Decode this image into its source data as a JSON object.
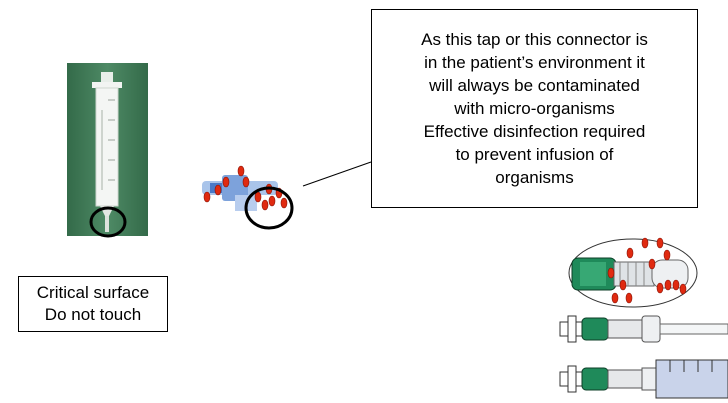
{
  "callout": {
    "lines": [
      "As this tap or this connector is",
      "in the patient’s environment it",
      "will always be contaminated",
      "with micro-organisms",
      "Effective disinfection required",
      "to prevent infusion of",
      "organisms"
    ]
  },
  "critical_label": {
    "lines": [
      "Critical surface",
      "Do not touch"
    ]
  },
  "colors": {
    "syringe_background": "#3f7a55",
    "organism_red": "#e02a10",
    "connector_green": "#1f8a5a",
    "tap_blue": "#4a79c7"
  },
  "icons": [
    "syringe-photo",
    "three-way-tap",
    "needle-free-connector",
    "connector-with-tubing",
    "connector-with-syringe",
    "micro-organism"
  ]
}
